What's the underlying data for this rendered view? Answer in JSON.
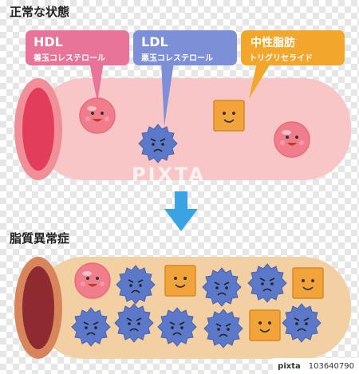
{
  "titles": {
    "normal": "正常な状態",
    "dyslipidemia": "脂質異常症"
  },
  "labels": {
    "hdl": {
      "title": "HDL",
      "subtitle": "善玉コレステロール",
      "color": "#e8749a"
    },
    "ldl": {
      "title": "LDL",
      "subtitle": "悪玉コレステロール",
      "color": "#7d8fd6"
    },
    "tg": {
      "title": "中性脂肪",
      "subtitle": "トリグリセライド",
      "color": "#f2a72c"
    }
  },
  "colors": {
    "vessel_normal": "#f8c6c6",
    "vessel_normal_inner": "#e23d5b",
    "vessel_narrow": "#f3cfa4",
    "vessel_narrow_inner": "#8e2b30",
    "arrow": "#3aa3e3",
    "hdl_particle": "#f07d8c",
    "ldl_particle": "#5b78c9",
    "tg_particle": "#f2a33a"
  },
  "watermark": "PIXTA",
  "footer": {
    "brand": "pixta",
    "id": "103640790"
  }
}
